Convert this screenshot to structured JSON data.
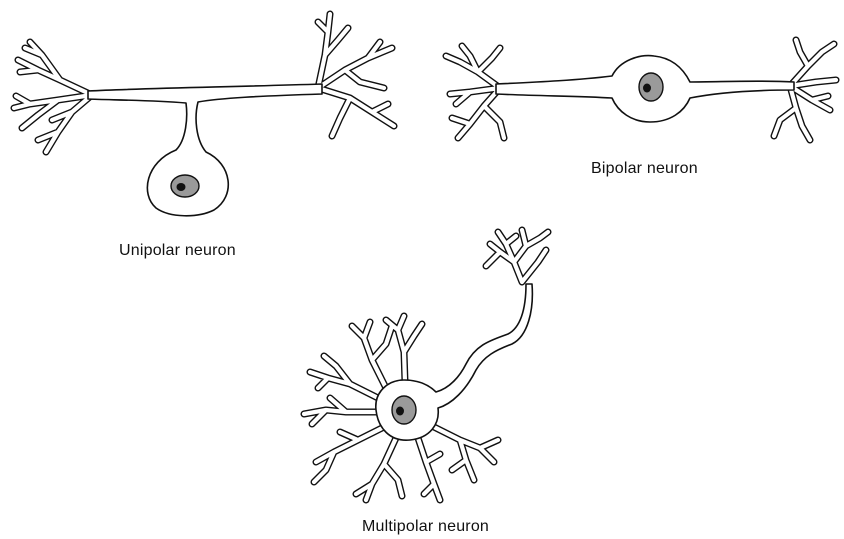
{
  "figure": {
    "neurons": [
      {
        "id": "unipolar",
        "label": "Unipolar neuron"
      },
      {
        "id": "bipolar",
        "label": "Bipolar neuron"
      },
      {
        "id": "multipolar",
        "label": "Multipolar neuron"
      }
    ],
    "colors": {
      "outline": "#111111",
      "cell_fill": "#ffffff",
      "nucleus": "#9a9a9a",
      "nucleolus": "#111111",
      "background": "#ffffff"
    }
  }
}
